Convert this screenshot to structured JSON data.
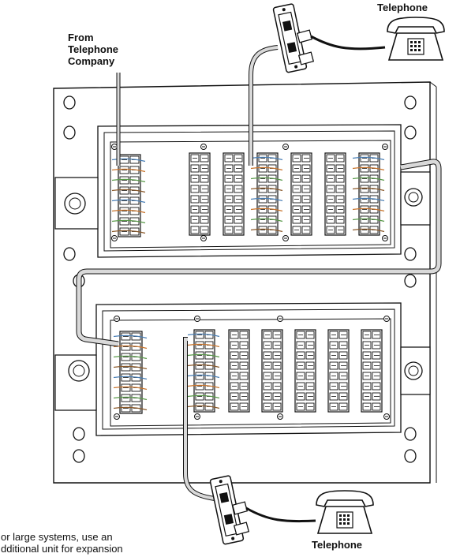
{
  "labels": {
    "telephone_top": "Telephone",
    "telephone_bottom": "Telephone",
    "from_company_line1": "From",
    "from_company_line2": "Telephone",
    "from_company_line3": "Company"
  },
  "caption": {
    "line1": "or large systems, use an",
    "line2": "dditional unit for expansion"
  },
  "colors": {
    "line": "#111111",
    "panel": "#ffffff",
    "cable": "#d9d9d9",
    "wire_blue": "#4a7fb5",
    "wire_orange": "#c8742c",
    "wire_green": "#5a9a4a",
    "wire_brown": "#8b5a2b"
  },
  "icons": [
    "telephone-icon",
    "wall-jack-icon",
    "modular-plug-icon",
    "mounting-hole-icon",
    "terminal-block-icon"
  ]
}
